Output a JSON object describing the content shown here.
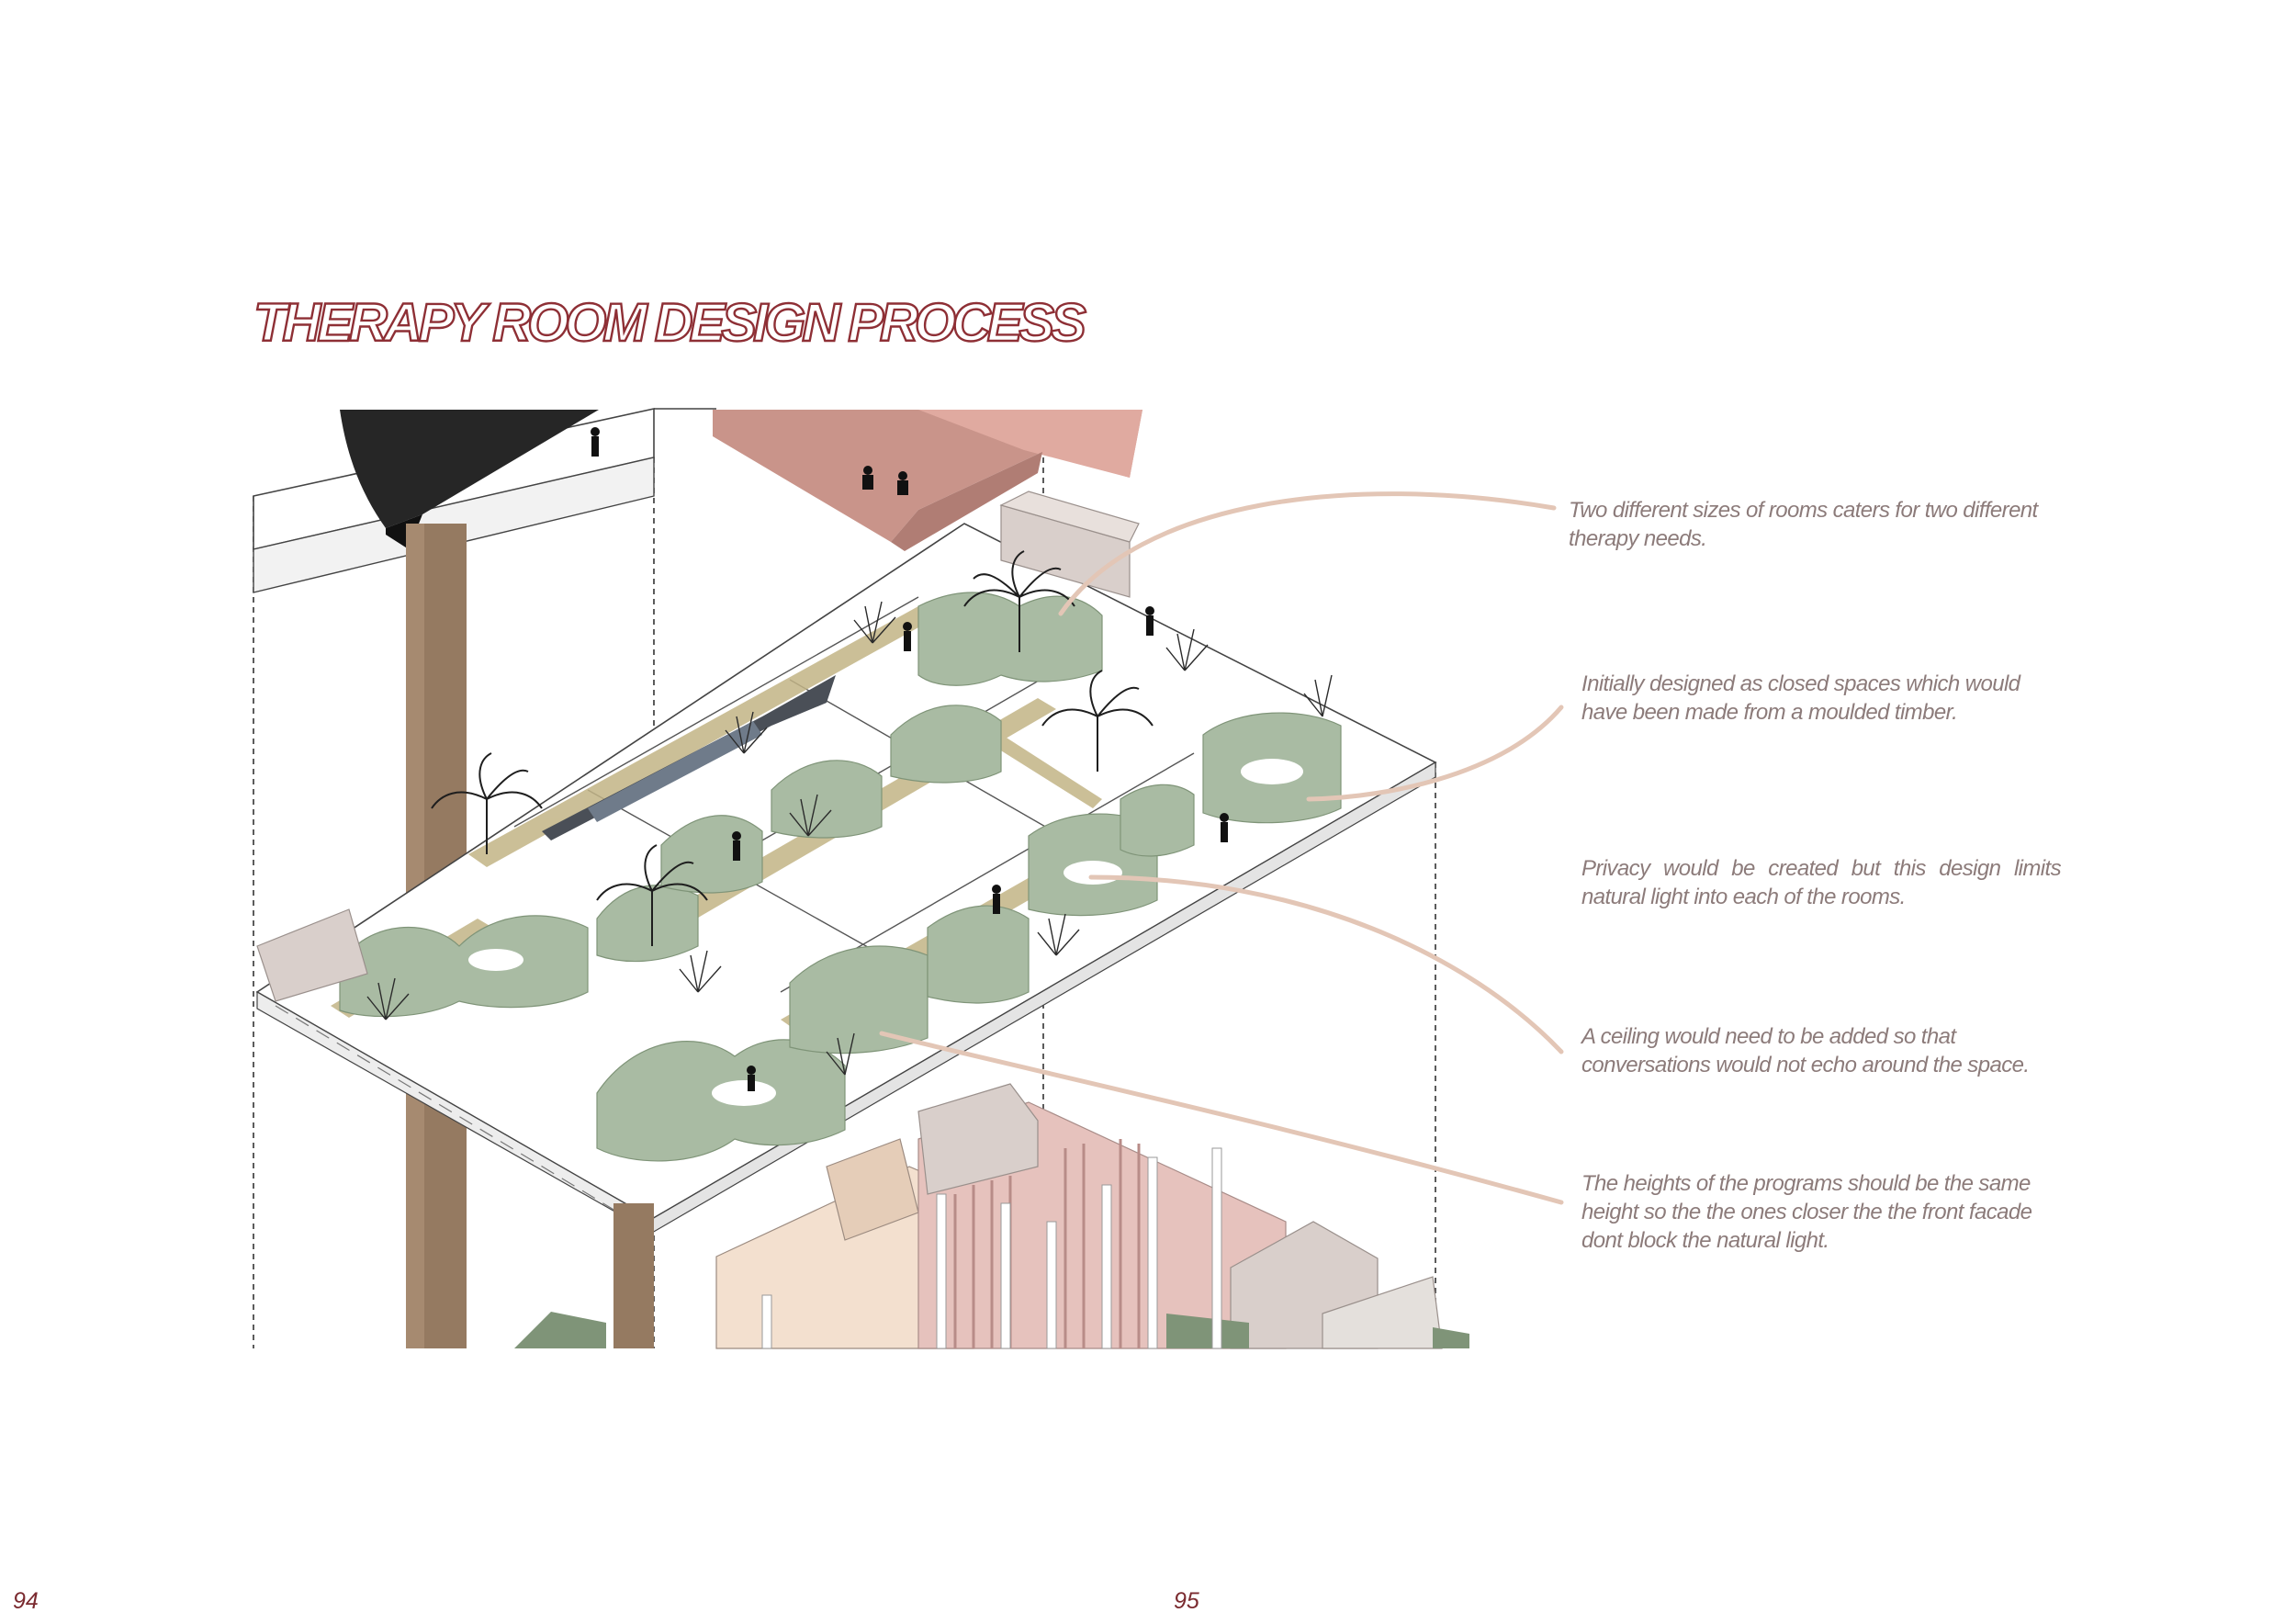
{
  "page": {
    "title": "THERAPY ROOM DESIGN PROCESS",
    "title_color": "#8e2f35",
    "leader_color": "#e3c6b6"
  },
  "annotations": [
    "Two different sizes of rooms caters for two different therapy needs.",
    "Initially designed as closed spaces which would have been made from a moulded timber.",
    "Privacy would be created but this design limits natural light into each of the rooms.",
    "A ceiling would need to be added so that conversations would not echo around the space.",
    "The heights of the programs should be the same height so the the ones closer the the front facade dont block the natural light."
  ],
  "footer": {
    "left_page_number": "94",
    "right_page_number": "95"
  },
  "illustration": {
    "type": "axonometric-drawing",
    "palette": {
      "sage_rooms": "#a9bba3",
      "planting": "#c2b486",
      "timber_column": "#957a61",
      "terracotta": "#c9948a",
      "blush": "#e6c2bd",
      "grey_box": "#d9cfcb",
      "charcoal": "#262626"
    }
  }
}
